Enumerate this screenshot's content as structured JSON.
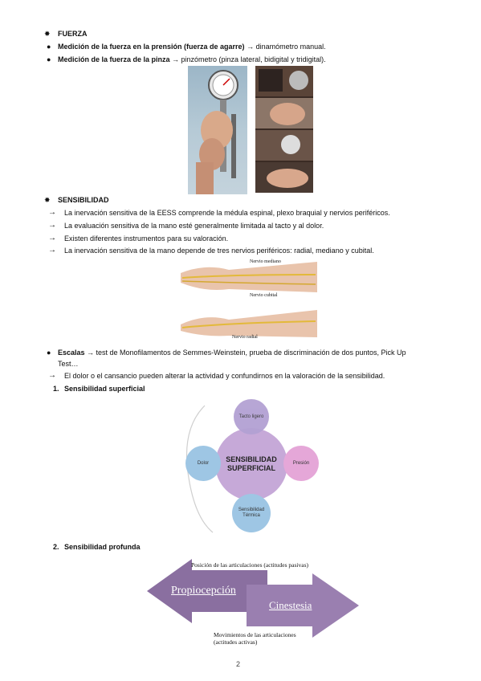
{
  "fuerza": {
    "heading": "FUERZA",
    "items": [
      {
        "bold": "Medición de la fuerza en la prensión (fuerza de agarre)",
        "rest": " → dinamómetro manual."
      },
      {
        "bold": "Medición de la fuerza de la pinza",
        "rest": " → pinzómetro (pinza lateral, bidigital y tridigital)."
      }
    ]
  },
  "sensibilidad": {
    "heading": "SENSIBILIDAD",
    "arrows": [
      "La inervación sensitiva de la EESS comprende la médula espinal, plexo braquial y nervios periféricos.",
      "La evaluación sensitiva de la mano esté generalmente limitada al tacto y al dolor.",
      "Existen diferentes instrumentos para su valoración.",
      "La inervación sensitiva de la mano depende de tres nervios periféricos: radial, mediano y cubital."
    ],
    "nerve_labels": {
      "mediano": "Nervio mediano",
      "cubital": "Nervio cubital",
      "radial": "Nervio radial"
    },
    "escalas_bold": "Escalas",
    "escalas_line1": " → test de Monofilamentos de Semmes-Weinstein, prueba de discriminación de dos puntos, Pick Up",
    "escalas_line2": "Test…",
    "note": "El dolor o el cansancio pueden alterar la actividad y confundirnos en la valoración de la sensibilidad."
  },
  "superficial": {
    "number": "1.",
    "title": "Sensibilidad superficial",
    "center": "SENSIBILIDAD SUPERFICIAL",
    "top": "Tacto ligero",
    "left": "Dolor",
    "right": "Presión",
    "bottom": "Sensibilidad Térmica"
  },
  "profunda": {
    "number": "2.",
    "title": "Sensibilidad profunda",
    "left_arrow": "Propiocepción",
    "right_arrow": "Cinestesia",
    "top_caption": "Posición de las articulaciones (actitudes pasivas)",
    "bottom_caption_1": "Movimientos de las articulaciones",
    "bottom_caption_2": "(actitudes activas)"
  },
  "page_number": "2"
}
